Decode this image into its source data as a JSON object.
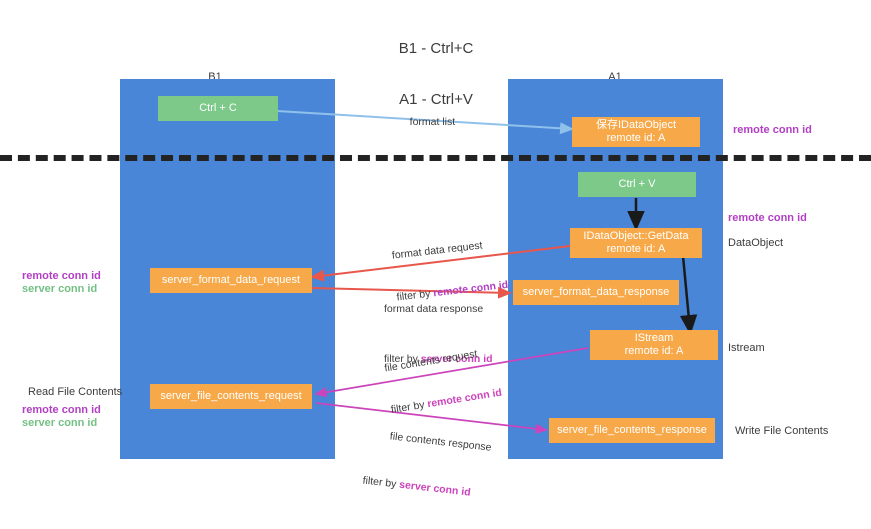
{
  "diagram": {
    "title": "B1 - Ctrl+C\nA1 - Ctrl+V",
    "title_line1": "B1 - Ctrl+C",
    "title_line2": "A1 - Ctrl+V",
    "columns": [
      {
        "name": "B1",
        "role": "connection"
      },
      {
        "name": "A1",
        "role": "remote"
      }
    ],
    "colors": {
      "lane": "#4a86d8",
      "green_box": "#7dc98a",
      "orange_box": "#f7a94a",
      "remote_conn_id": "#b23fc4",
      "server_conn_id": "#73c183",
      "arrow_blue": "#8fc1ea",
      "arrow_red": "#e8574c",
      "arrow_magenta": "#cc44bb",
      "arrow_black": "#1a1a1a",
      "separator": "#232323"
    },
    "nodes": [
      {
        "id": "ctrl_c",
        "label": "Ctrl + C",
        "kind": "green",
        "column": "B1"
      },
      {
        "id": "ctrl_v",
        "label": "Ctrl + V",
        "kind": "green",
        "column": "A1"
      },
      {
        "id": "save_idataobject",
        "label": "保存IDataObject\nremote id: A",
        "line1": "保存IDataObject",
        "line2": "remote id: A",
        "kind": "orange",
        "column": "A1"
      },
      {
        "id": "getdata",
        "label": "IDataObject::GetData\nremote id: A",
        "line1": "IDataObject::GetData",
        "line2": "remote id: A",
        "kind": "orange",
        "column": "A1"
      },
      {
        "id": "istream",
        "label": "IStream\nremote id: A",
        "line1": "IStream",
        "line2": "remote id: A",
        "kind": "orange",
        "column": "A1"
      },
      {
        "id": "server_format_data_request",
        "label": "server_format_data_request",
        "kind": "orange",
        "column": "B1"
      },
      {
        "id": "server_format_data_response",
        "label": "server_format_data_response",
        "kind": "orange",
        "column": "A1"
      },
      {
        "id": "server_file_contents_request",
        "label": "server_file_contents_request",
        "kind": "orange",
        "column": "B1"
      },
      {
        "id": "server_file_contents_response",
        "label": "server_file_contents_response",
        "kind": "orange",
        "column": "A1"
      }
    ],
    "edge_labels": [
      {
        "id": "format_list",
        "line1": "format list",
        "line2": "",
        "filter": ""
      },
      {
        "id": "format_data_request",
        "line1": "format data request",
        "line2_prefix": "filter by ",
        "line2_key": "remote conn id"
      },
      {
        "id": "format_data_response",
        "line1": "format data response",
        "line2_prefix": "filter by ",
        "line2_key": "server conn id"
      },
      {
        "id": "file_contents_request",
        "line1": "file contents request",
        "line2_prefix": "filter by ",
        "line2_key": "remote conn id"
      },
      {
        "id": "file_contents_response",
        "line1": "file contents response",
        "line2_prefix": "filter by ",
        "line2_key": "server conn id"
      }
    ],
    "annotations": {
      "right_remote_conn_id_top": "remote conn id",
      "right_remote_conn_id_mid": "remote conn id",
      "right_dataobject": "DataObject",
      "right_istream": "Istream",
      "right_write_file_contents": "Write File Contents",
      "left_remote_conn_id_mid": "remote conn id",
      "left_server_conn_id_mid": "server conn id",
      "left_read_file_contents": "Read File Contents",
      "left_remote_conn_id_bot": "remote conn id",
      "left_server_conn_id_bot": "server conn id"
    },
    "filter_terms": {
      "remote": "remote conn id",
      "server": "server conn id"
    }
  }
}
